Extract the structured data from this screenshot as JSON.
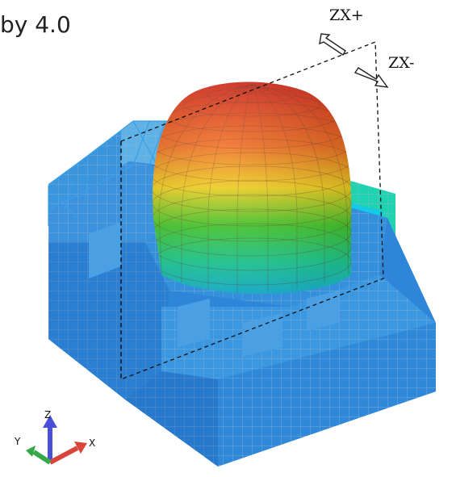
{
  "header": {
    "title_fragment": "by 4.0"
  },
  "directions": [
    {
      "id": "zx-plus",
      "label": "ZX+"
    },
    {
      "id": "zx-minus",
      "label": "ZX-"
    }
  ],
  "axes_triad": {
    "z": "Z",
    "y": "Y",
    "x": "X",
    "x_color": "#d9453a",
    "y_color": "#35a84a",
    "z_color": "#4a4fd8"
  },
  "colors": {
    "base_mesh": "#2f86d8",
    "mesh_line": "#9ab7d4",
    "dome_top": "#e12a1a",
    "dome_mid": "#f6e51c",
    "dome_low": "#1ec63a",
    "dome_base": "#23dceb"
  },
  "icons": [
    "arrow-outline-icon",
    "axes-triad-icon"
  ]
}
